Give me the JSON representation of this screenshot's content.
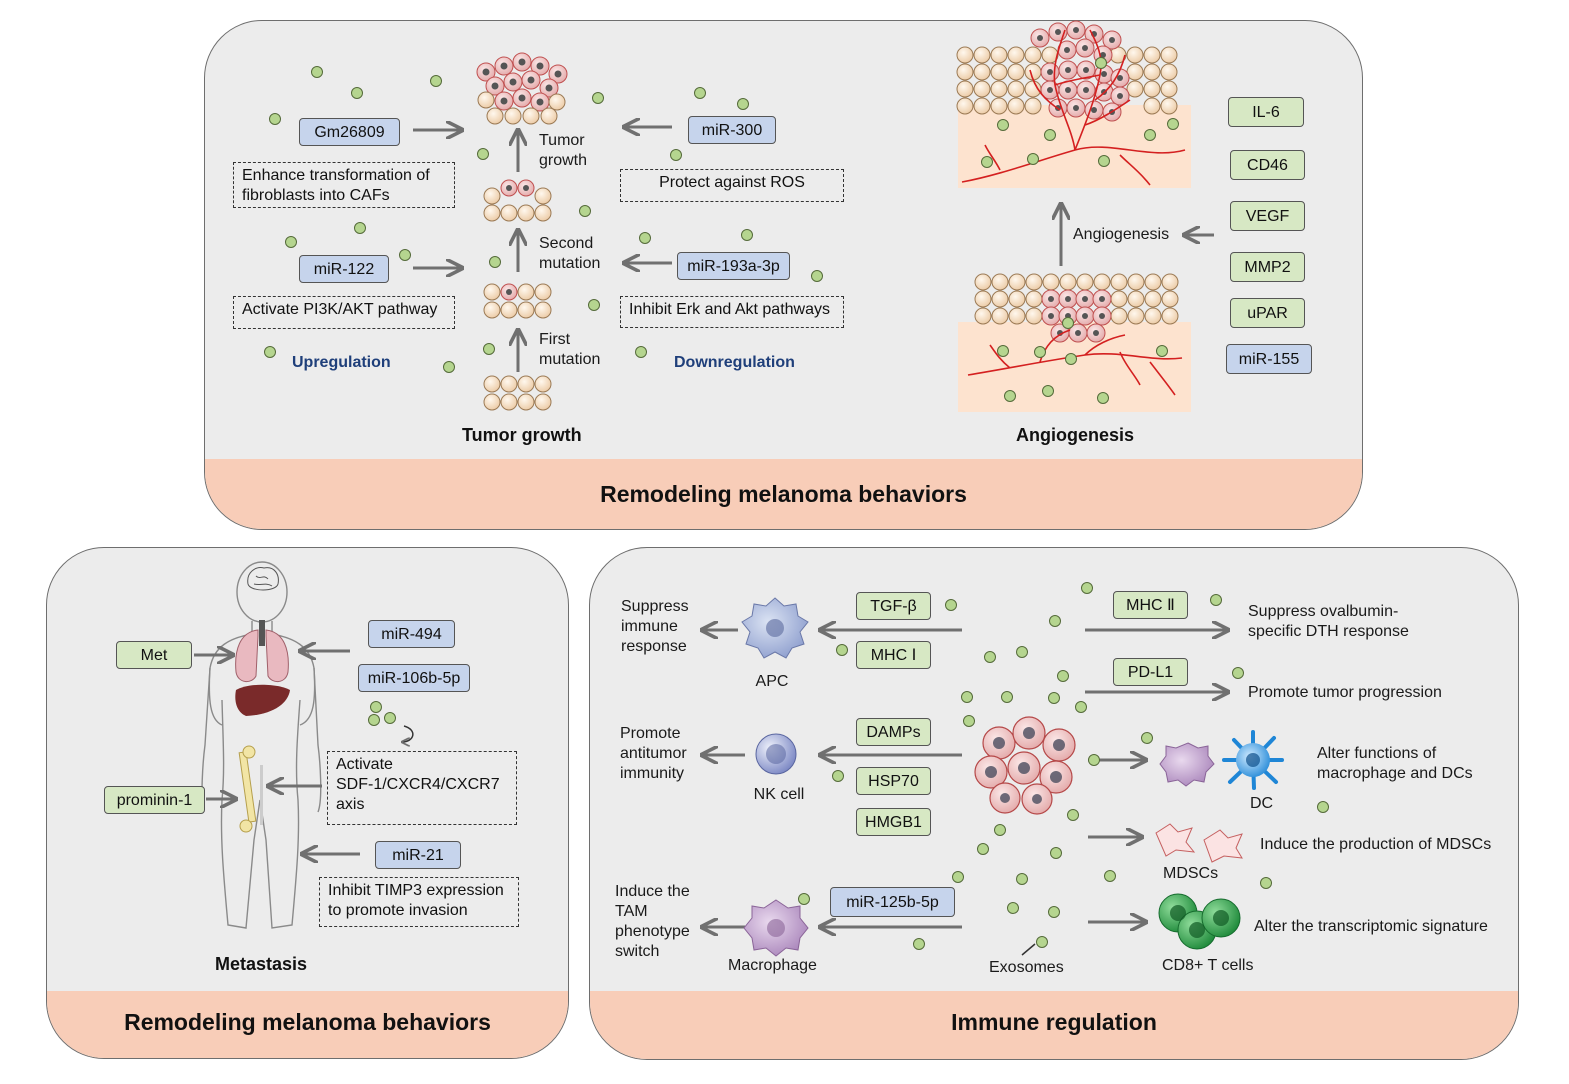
{
  "top_panel": {
    "footer_title": "Remodeling melanoma behaviors",
    "tumor_growth": {
      "section_title": "Tumor growth",
      "upregulation_label": "Upregulation",
      "downregulation_label": "Downregulation",
      "stages": [
        "Tumor\ngrowth",
        "Second\nmutation",
        "First\nmutation"
      ],
      "up_items": [
        {
          "name": "Gm26809",
          "effect": "Enhance transformation of\nfibroblasts into CAFs"
        },
        {
          "name": "miR-122",
          "effect": "Activate PI3K/AKT pathway"
        }
      ],
      "down_items": [
        {
          "name": "miR-300",
          "effect": "Protect against ROS"
        },
        {
          "name": "miR-193a-3p",
          "effect": "Inhibit Erk and Akt pathways"
        }
      ]
    },
    "angiogenesis": {
      "section_title": "Angiogenesis",
      "arrow_label": "Angiogenesis",
      "factors": [
        "IL-6",
        "CD46",
        "VEGF",
        "MMP2",
        "uPAR",
        "miR-155"
      ]
    }
  },
  "metastasis_panel": {
    "footer_title": "Remodeling melanoma behaviors",
    "section_title": "Metastasis",
    "met": "Met",
    "mir_494": "miR-494",
    "mir_106b": "miR-106b-5p",
    "prominin": "prominin-1",
    "mir_21": "miR-21",
    "activate_text": "Activate\nSDF-1/CXCR4/CXCR7\naxis",
    "inhibit_text": "Inhibit TIMP3 expression\nto promote invasion"
  },
  "immune_panel": {
    "footer_title": "Immune regulation",
    "exosomes_label": "Exosomes",
    "left": {
      "apc_label": "APC",
      "apc_effect": "Suppress\nimmune\nresponse",
      "nk_label": "NK cell",
      "nk_effect": "Promote\nantitumor\nimmunity",
      "mac_label": "Macrophage",
      "mac_effect": "Induce the\nTAM\nphenotype\nswitch",
      "apc_factors": [
        "TGF-β",
        "MHC Ⅰ"
      ],
      "nk_factors": [
        "DAMPs",
        "HSP70",
        "HMGB1"
      ],
      "mac_factor": "miR-125b-5p"
    },
    "right": {
      "mhc2": "MHC Ⅱ",
      "mhc2_effect": "Suppress ovalbumin-\nspecific DTH response",
      "pdl1": "PD-L1",
      "pdl1_effect": "Promote tumor progression",
      "dc_label": "DC",
      "dc_effect": "Alter functions of\nmacrophage and DCs",
      "mdsc_label": "MDSCs",
      "mdsc_effect": "Induce the production of MDSCs",
      "cd8_label": "CD8+ T cells",
      "cd8_effect": "Alter the transcriptomic signature"
    }
  },
  "colors": {
    "panel_fill": "#ececec",
    "footer_fill": "#f8cdb8",
    "green_box": "#d7e8c4",
    "blue_box": "#c6d4ec",
    "exosome": "#b5d58f",
    "arrow": "#707070",
    "vessel": "#d42020",
    "cell": "#f5dcc0"
  }
}
